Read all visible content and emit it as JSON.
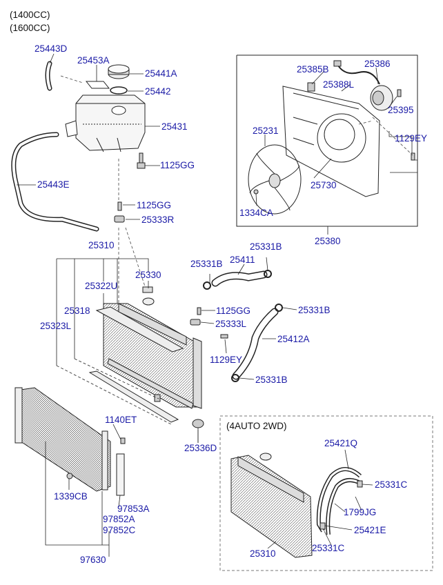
{
  "header": {
    "line1": "(1400CC)",
    "line2": "(1600CC)"
  },
  "variant_label": "(4AUTO 2WD)",
  "labels": {
    "p25443D": "25443D",
    "p25453A": "25453A",
    "p25441A": "25441A",
    "p25442": "25442",
    "p25431": "25431",
    "p1125GG_a": "1125GG",
    "p25443E": "25443E",
    "p1125GG_b": "1125GG",
    "p25333R": "25333R",
    "p25310_a": "25310",
    "p25330": "25330",
    "p25322U": "25322U",
    "p25318": "25318",
    "p25323L": "25323L",
    "p25331B_a": "25331B",
    "p25411": "25411",
    "p25331B_b": "25331B",
    "p1125GG_c": "1125GG",
    "p25333L": "25333L",
    "p25331B_c": "25331B",
    "p25412A": "25412A",
    "p1129EY_a": "1129EY",
    "p25331B_d": "25331B",
    "p25385B": "25385B",
    "p25386": "25386",
    "p25388L": "25388L",
    "p25395": "25395",
    "p25231": "25231",
    "p1129EY_b": "1129EY",
    "p25730": "25730",
    "p1334CA": "1334CA",
    "p25380": "25380",
    "p1140ET": "1140ET",
    "p1339CB": "1339CB",
    "p97853A": "97853A",
    "p97852A": "97852A",
    "p97852C": "97852C",
    "p97630": "97630",
    "p25336D": "25336D",
    "p25421Q": "25421Q",
    "p25331C_a": "25331C",
    "p1799JG": "1799JG",
    "p25421E": "25421E",
    "p25310_b": "25310",
    "p25331C_b": "25331C"
  },
  "colors": {
    "label": "#1a1aa6",
    "line": "#222222",
    "part": "#333333"
  }
}
